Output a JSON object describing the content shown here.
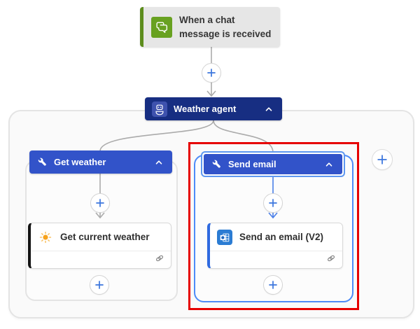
{
  "canvas": {
    "trigger": {
      "title": "When a chat message is received",
      "icon": "chat-bubbles-icon",
      "accent_color": "#5d8d1d",
      "icon_bg": "#68a120",
      "card_bg": "#e6e6e6"
    },
    "agent": {
      "title": "Weather agent",
      "icon": "robot-icon",
      "card_bg": "#172e82",
      "chevron": "chevron-up-icon",
      "state": "expanded"
    },
    "branch_left": {
      "header": {
        "title": "Get weather",
        "icon": "wrench-icon",
        "card_bg": "#3253c9",
        "chevron": "chevron-up-icon"
      },
      "action": {
        "title": "Get current weather",
        "icon": "sun-icon",
        "accent_color": "#141414",
        "footer_icon": "link-icon"
      }
    },
    "branch_right": {
      "selected": true,
      "selection_color": "#5e97f0",
      "annotation_color": "#e60000",
      "header": {
        "title": "Send email",
        "icon": "wrench-icon",
        "card_bg": "#3253c9",
        "chevron": "chevron-up-icon"
      },
      "action": {
        "title": "Send an email (V2)",
        "icon": "outlook-icon",
        "accent_color": "#2f6ae0",
        "footer_icon": "link-icon"
      }
    },
    "connectors": {
      "color": "#ababab",
      "selected_color": "#4a7fe8",
      "plus_color": "#3b76dd",
      "add_step_icon": "plus-icon",
      "arrow_icon": "arrow-down-icon"
    }
  }
}
